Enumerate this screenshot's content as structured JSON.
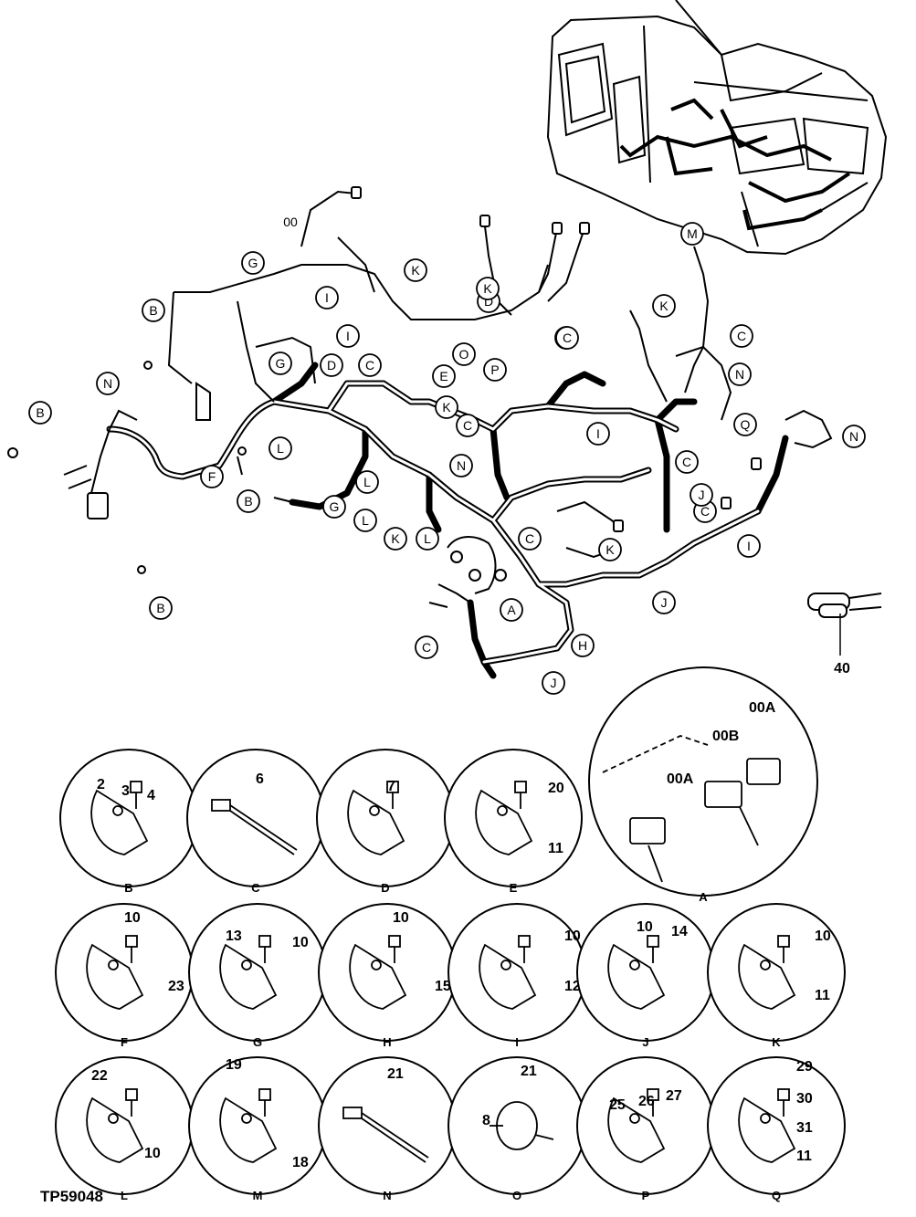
{
  "figure_id": "TP59048",
  "main_item_number": "40",
  "harness_labels": {
    "cab_connector": "00"
  },
  "callouts": [
    "B",
    "B",
    "B",
    "B",
    "N",
    "N",
    "N",
    "N",
    "G",
    "G",
    "G",
    "D",
    "D",
    "C",
    "C",
    "C",
    "C",
    "C",
    "C",
    "C",
    "C",
    "C",
    "E",
    "O",
    "P",
    "I",
    "I",
    "I",
    "I",
    "K",
    "K",
    "K",
    "K",
    "K",
    "K",
    "F",
    "L",
    "L",
    "L",
    "L",
    "J",
    "J",
    "J",
    "H",
    "A",
    "M",
    "Q"
  ],
  "details": [
    {
      "letter": "B",
      "parts": [
        "2",
        "3",
        "4"
      ]
    },
    {
      "letter": "C",
      "parts": [
        "6"
      ]
    },
    {
      "letter": "D",
      "parts": [
        "7"
      ]
    },
    {
      "letter": "E",
      "parts": [
        "20",
        "11"
      ]
    },
    {
      "letter": "A",
      "parts": [
        "00A",
        "00B",
        "00A"
      ]
    },
    {
      "letter": "F",
      "parts": [
        "10",
        "23"
      ]
    },
    {
      "letter": "G",
      "parts": [
        "13",
        "10"
      ]
    },
    {
      "letter": "H",
      "parts": [
        "10",
        "15"
      ]
    },
    {
      "letter": "I",
      "parts": [
        "10",
        "12"
      ]
    },
    {
      "letter": "J",
      "parts": [
        "10",
        "14"
      ]
    },
    {
      "letter": "K",
      "parts": [
        "10",
        "11"
      ]
    },
    {
      "letter": "L",
      "parts": [
        "22",
        "10"
      ]
    },
    {
      "letter": "M",
      "parts": [
        "19",
        "18"
      ]
    },
    {
      "letter": "N",
      "parts": [
        "21"
      ]
    },
    {
      "letter": "O",
      "parts": [
        "21",
        "8"
      ]
    },
    {
      "letter": "P",
      "parts": [
        "25",
        "26",
        "27"
      ]
    },
    {
      "letter": "Q",
      "parts": [
        "29",
        "30",
        "31",
        "11"
      ]
    }
  ]
}
